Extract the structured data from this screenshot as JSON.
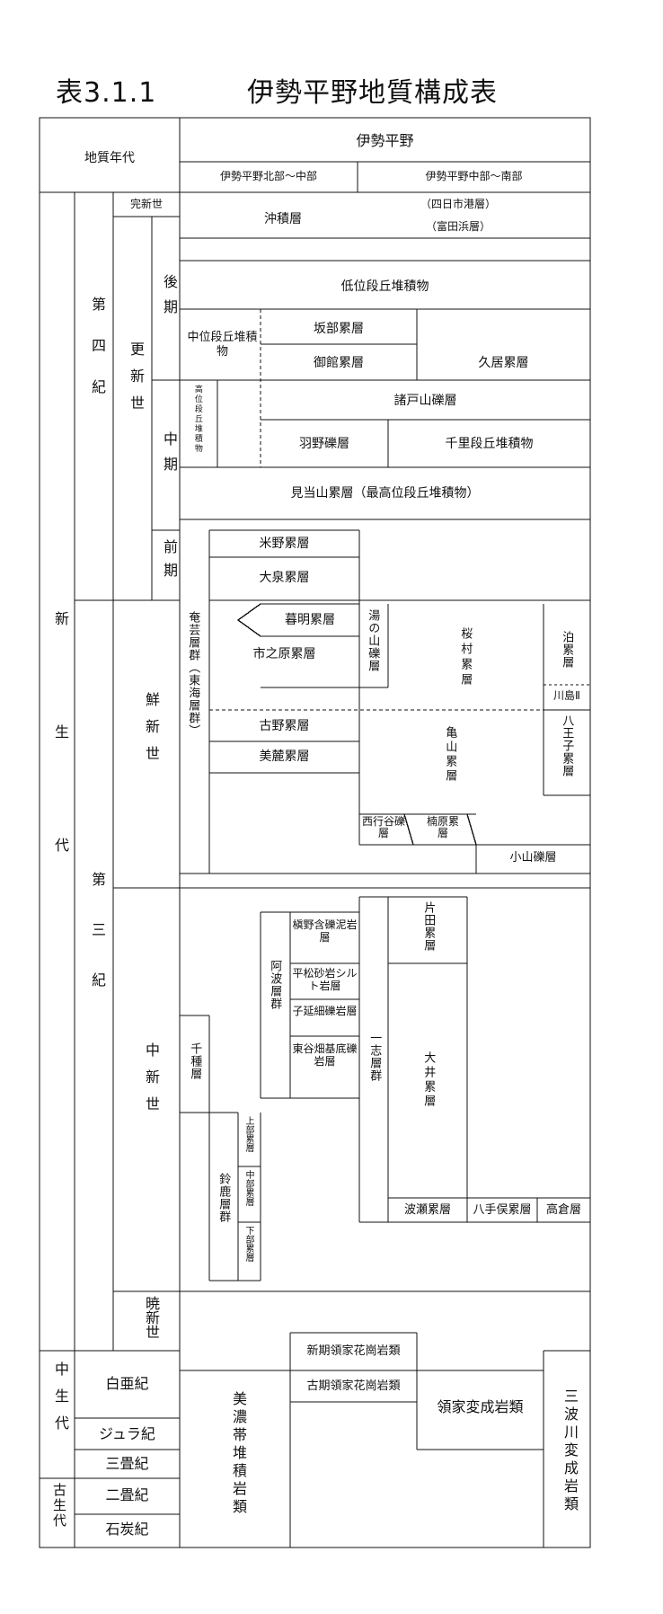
{
  "header": {
    "table_number": "表3.1.1",
    "title": "伊勢平野地質構成表",
    "col_age": "地質年代",
    "col_region": "伊勢平野",
    "col_north": "伊勢平野北部～中部",
    "col_south": "伊勢平野中部～南部"
  },
  "eras": {
    "cenozoic": "新生代",
    "mesozoic": "中生代",
    "paleozoic": "古生代"
  },
  "periods": {
    "quaternary": "第四紀",
    "tertiary": "第三紀",
    "cretaceous": "白亜紀",
    "jurassic": "ジュラ紀",
    "triassic": "三畳紀",
    "permian": "二畳紀",
    "carboniferous": "石炭紀"
  },
  "epochs": {
    "holocene": "完新世",
    "pleistocene": "更新世",
    "pliocene": "鮮新世",
    "miocene": "中新世",
    "oligocene": "暁新世"
  },
  "subepochs": {
    "late": "後期",
    "middle": "中期",
    "early": "前期"
  },
  "formations": {
    "alluvium": "沖積層",
    "yokkaichi": "（四日市港層）",
    "tomida": "（富田浜層）",
    "low_terrace": "低位段丘堆積物",
    "mid_terrace": "中位段丘堆積物",
    "sakabe": "坂部累層",
    "midachi": "御館累層",
    "kusui": "久居累層",
    "high_terrace": "高位段丘堆積物",
    "morotoyama": "諸戸山礫層",
    "hano": "羽野礫層",
    "senri": "千里段丘堆積物",
    "mitoyama": "見当山累層（最高位段丘堆積物）",
    "yoneno": "米野累層",
    "oizumi": "大泉累層",
    "kurakake": "奄芸層群（東海層群）",
    "bomei": "暮明累層",
    "ichinohara": "市之原累層",
    "yunoyama": "湯の山礫層",
    "sakuramura": "桜村累層",
    "tomari": "泊累層",
    "kawashima": "川島Ⅱ",
    "furuno": "古野累層",
    "bijo": "美麓累層",
    "kameyama": "亀山累層",
    "hachioji": "八王子累層",
    "nishigyoya": "西行谷礫層",
    "kusuhara": "楠原累層",
    "koyama": "小山礫層",
    "katada": "片田累層",
    "kanogo": "槇野含礫泥岩層",
    "hiramatsu": "平松砂岩シルト岩層",
    "kozuka": "子延細礫岩層",
    "higashidani": "東谷畑基底礫岩層",
    "awa": "阿波層群",
    "isshi": "一志層群",
    "oi": "大井累層",
    "chigusa": "千種層",
    "suzuka": "鈴鹿層群",
    "upper": "上部累層",
    "middle": "中部累層",
    "lower": "下部累層",
    "hase": "波瀬累層",
    "hatekaku": "八手俣累層",
    "takakura": "高倉層",
    "new_granite": "新期領家花崗岩類",
    "old_granite": "古期領家花崗岩類",
    "ryoke_meta": "領家変成岩類",
    "mino": "美濃帯堆積岩類",
    "sanbagawa": "三波川変成岩類"
  }
}
